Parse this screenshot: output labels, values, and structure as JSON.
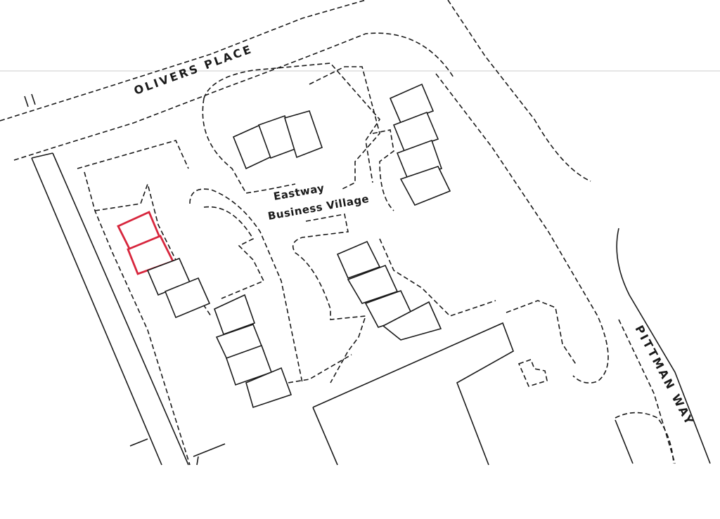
{
  "map": {
    "roads": {
      "olivers_place": "OLIVERS PLACE",
      "pittman_way": "PITTMAN WAY"
    },
    "site": {
      "name_line1": "Eastway",
      "name_line2": "Business Village"
    },
    "highlight": {
      "outline_color": "#d7263d",
      "meaning": ""
    },
    "line_color": "#1a1a1a",
    "background_color": "#ffffff"
  }
}
